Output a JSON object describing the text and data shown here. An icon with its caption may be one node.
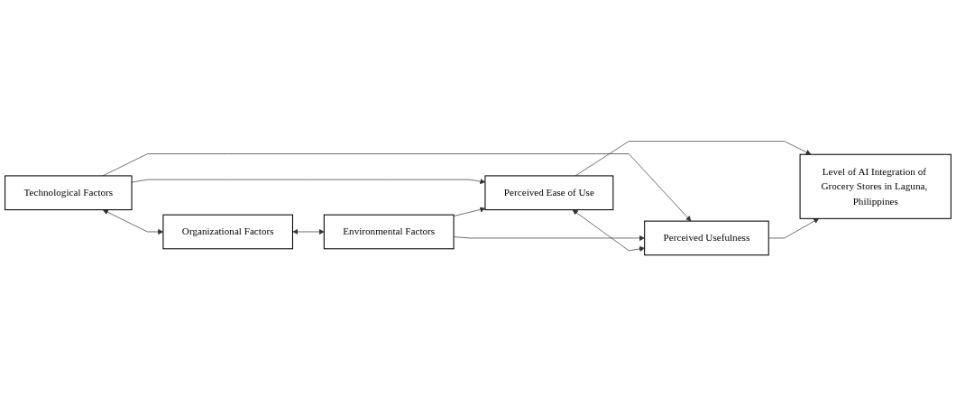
{
  "diagram": {
    "nodes": [
      {
        "text": [
          "Technological Factors"
        ]
      },
      {
        "text": [
          "Organizational Factors"
        ]
      },
      {
        "text": [
          "Environmental Factors"
        ]
      },
      {
        "text": [
          "Perceived Ease of Use"
        ]
      },
      {
        "text": [
          "Perceived Usefulness"
        ]
      },
      {
        "text": [
          "Level of AI Integration of Grocery Stores in Laguna, Philippines"
        ]
      }
    ],
    "edges": [
      {
        "from": 0,
        "to": 1,
        "arrow": "both"
      },
      {
        "from": 1,
        "to": 2,
        "arrow": "both"
      },
      {
        "from": 0,
        "to": 3,
        "arrow": "to"
      },
      {
        "from": 0,
        "to": 4,
        "arrow": "to"
      },
      {
        "from": 2,
        "to": 3,
        "arrow": "to"
      },
      {
        "from": 2,
        "to": 4,
        "arrow": "to"
      },
      {
        "from": 3,
        "to": 4,
        "arrow": "both"
      },
      {
        "from": 3,
        "to": 5,
        "arrow": "to"
      },
      {
        "from": 4,
        "to": 5,
        "arrow": "to"
      }
    ]
  }
}
